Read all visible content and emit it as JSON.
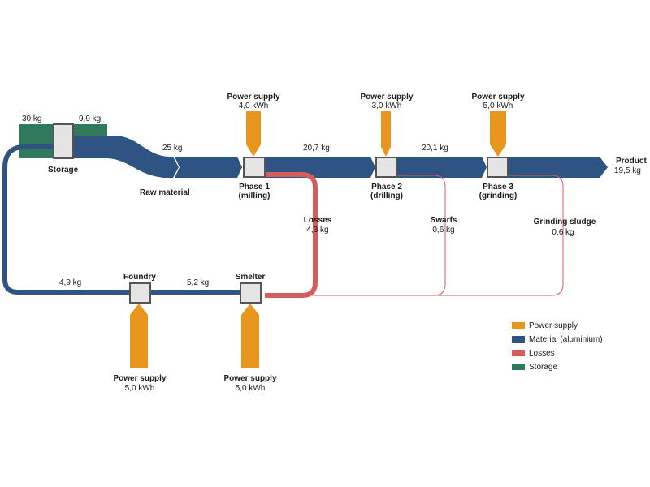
{
  "colors": {
    "power": "#E8961E",
    "material": "#2D5482",
    "losses": "#D35D5D",
    "storage": "#2F7A5C",
    "node_fill": "#E4E4E4",
    "node_stroke": "#555555"
  },
  "nodes": {
    "storage": {
      "label": "Storage"
    },
    "phase1": {
      "line1": "Phase 1",
      "line2": "(milling)"
    },
    "phase2": {
      "line1": "Phase 2",
      "line2": "(drilling)"
    },
    "phase3": {
      "line1": "Phase 3",
      "line2": "(grinding)"
    },
    "foundry": {
      "label": "Foundry"
    },
    "smelter": {
      "label": "Smelter"
    },
    "product": {
      "label": "Product",
      "value": "19,5 kg"
    }
  },
  "flows": {
    "storage_in": "30 kg",
    "storage_out": "9,9 kg",
    "raw_value": "25 kg",
    "raw_label": "Raw material",
    "p1_p2": "20,7 kg",
    "p2_p3": "20,1 kg",
    "losses_label": "Losses",
    "losses_value": "4,3 kg",
    "swarfs_label": "Swarfs",
    "swarfs_value": "0,6 kg",
    "sludge_label": "Grinding sludge",
    "sludge_value": "0,6 kg",
    "foundry_storage": "4,9 kg",
    "smelter_foundry": "5,2 kg"
  },
  "power": {
    "p1": {
      "label": "Power supply",
      "value": "4,0 kWh"
    },
    "p2": {
      "label": "Power supply",
      "value": "3,0 kWh"
    },
    "p3": {
      "label": "Power supply",
      "value": "5,0 kWh"
    },
    "foundry": {
      "label": "Power supply",
      "value": "5,0 kWh"
    },
    "smelter": {
      "label": "Power supply",
      "value": "5,0 kWh"
    }
  },
  "legend": [
    {
      "label": "Power supply",
      "color": "#E8961E"
    },
    {
      "label": "Material (aluminium)",
      "color": "#2D5482"
    },
    {
      "label": "Losses",
      "color": "#D35D5D"
    },
    {
      "label": "Storage",
      "color": "#2F7A5C"
    }
  ]
}
